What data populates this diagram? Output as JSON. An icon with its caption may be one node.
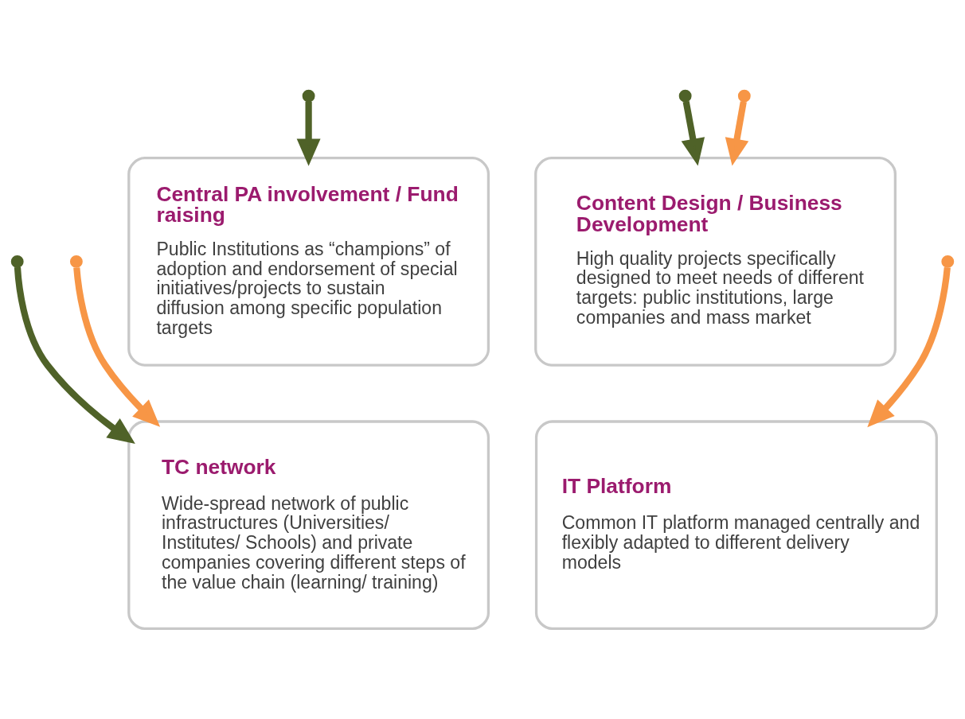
{
  "diagram": {
    "nodes": [
      {
        "text": [
          "Central PA involvement / Fund raising",
          "Public Institutions as “champions” of adoption and endorsement of special initiatives/projects to sustain diffusion among specific population targets"
        ]
      },
      {
        "text": [
          "Content Design / Business Development",
          "High quality projects specifically designed to meet needs of different targets: public institutions, large companies and mass market"
        ]
      },
      {
        "text": [
          "TC network",
          "Wide-spread network of public infrastructures (Universities/ Institutes/ Schools) and private companies covering different steps of the value chain (learning/ training)"
        ]
      },
      {
        "text": [
          "IT Platform",
          "Common IT platform managed centrally and flexibly adapted to different delivery models"
        ]
      }
    ],
    "edges": [
      {
        "from": null,
        "to": 0,
        "arrow": "to",
        "color": "#4f6228"
      },
      {
        "from": null,
        "to": 1,
        "arrow": "to",
        "color": "#4f6228"
      },
      {
        "from": null,
        "to": 2,
        "arrow": "to",
        "color": "#4f6228"
      },
      {
        "from": null,
        "to": 1,
        "arrow": "to",
        "color": "#f79646"
      },
      {
        "from": null,
        "to": 3,
        "arrow": "to",
        "color": "#f79646"
      },
      {
        "from": null,
        "to": 2,
        "arrow": "to",
        "color": "#f79646"
      }
    ]
  }
}
